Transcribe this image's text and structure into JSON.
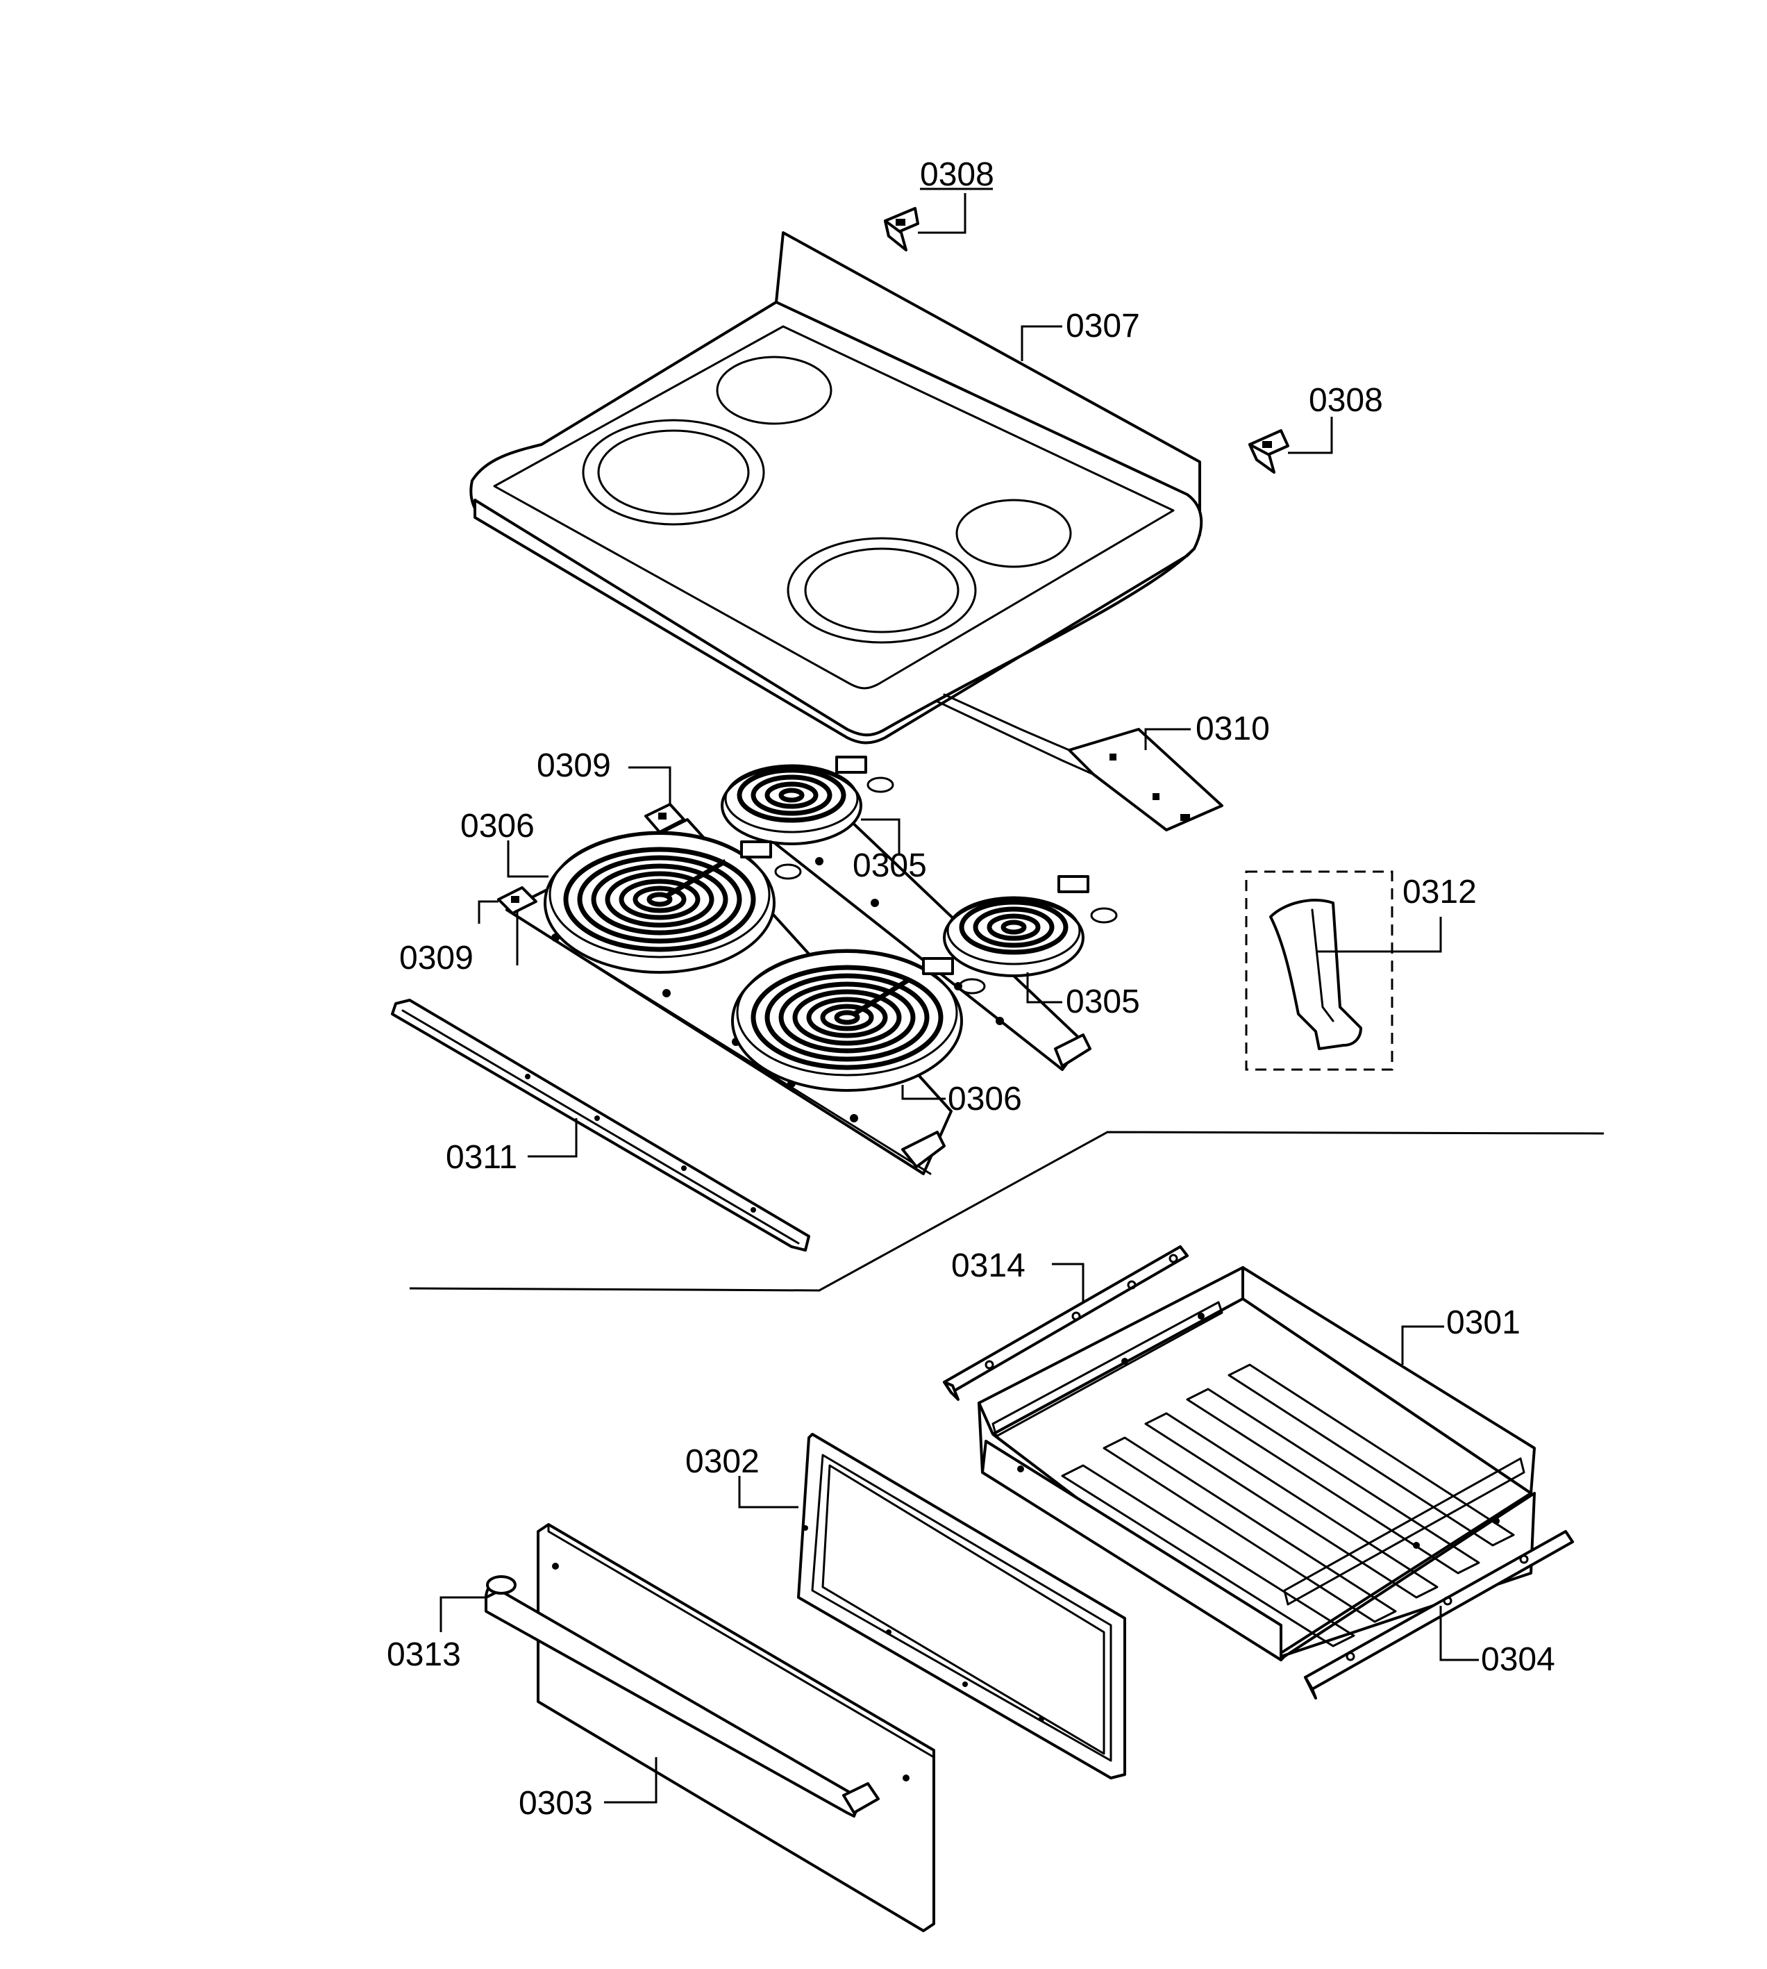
{
  "labels": {
    "p0301": "0301",
    "p0302": "0302",
    "p0303": "0303",
    "p0304": "0304",
    "p0305a": "0305",
    "p0305b": "0305",
    "p0306a": "0306",
    "p0306b": "0306",
    "p0307": "0307",
    "p0308a": "0308",
    "p0308b": "0308",
    "p0309a": "0309",
    "p0309b": "0309",
    "p0310": "0310",
    "p0311": "0311",
    "p0312": "0312",
    "p0313": "0313",
    "p0314": "0314"
  },
  "colors": {
    "line": "#000000",
    "background": "#ffffff"
  }
}
